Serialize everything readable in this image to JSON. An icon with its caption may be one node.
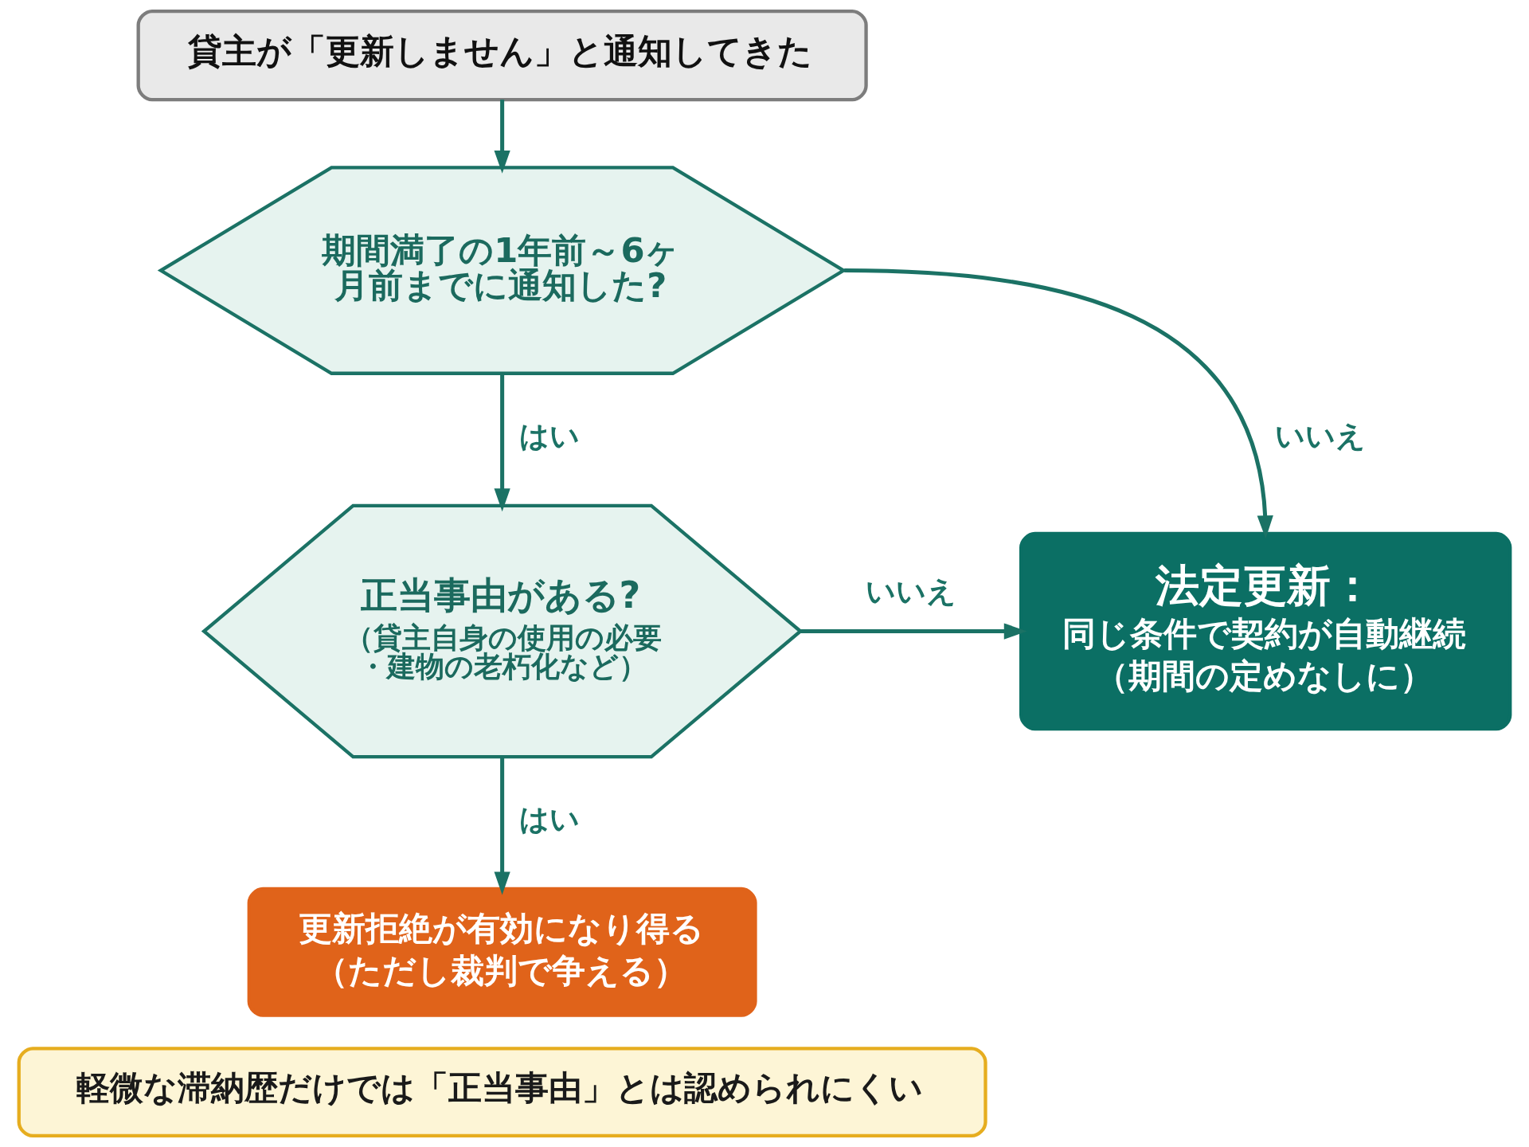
{
  "diagram": {
    "nodes": [
      {
        "text": [
          "貸主が「更新しません」と通知してきた"
        ]
      },
      {
        "text": [
          "期間満了の1年前～6ヶ月前までに通知した?"
        ]
      },
      {
        "text": [
          "正当事由がある?",
          "（貸主自身の使用の必要・建物の老朽化など）"
        ]
      },
      {
        "text": [
          "更新拒絶が有効になり得る",
          "（ただし裁判で争える）"
        ]
      },
      {
        "text": [
          "法定更新：",
          "同じ条件で契約が自動継続",
          "（期間の定めなしに）"
        ]
      },
      {
        "text": [
          "軽微な滞納歴だけでは「正当事由」とは認められにくい"
        ]
      }
    ],
    "edges": [
      {
        "from": 0,
        "to": 1,
        "arrow": "to"
      },
      {
        "from": 1,
        "to": 4,
        "arrow": "to",
        "label": "いいえ"
      },
      {
        "from": 1,
        "to": 2,
        "arrow": "to",
        "label": "はい"
      },
      {
        "from": 2,
        "to": 4,
        "arrow": "to",
        "label": "いいえ"
      },
      {
        "from": 2,
        "to": 3,
        "arrow": "to",
        "label": "はい"
      }
    ]
  }
}
